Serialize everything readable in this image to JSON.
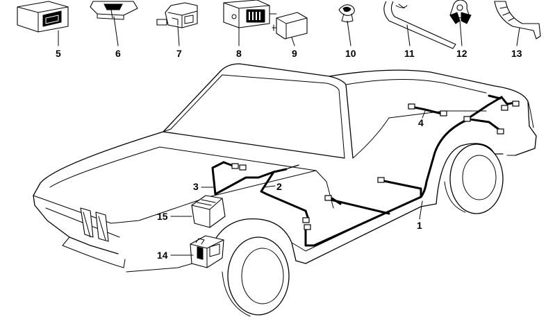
{
  "diagram": {
    "part_numbers": {
      "p1": "1",
      "p2": "2",
      "p3": "3",
      "p4": "4",
      "p5": "5",
      "p6": "6",
      "p7": "7",
      "p8": "8",
      "p9": "9",
      "p10": "10",
      "p11": "11",
      "p12": "12",
      "p13": "13",
      "p14": "14",
      "p15": "15"
    },
    "colors": {
      "line": "#000000",
      "background": "#ffffff"
    }
  }
}
